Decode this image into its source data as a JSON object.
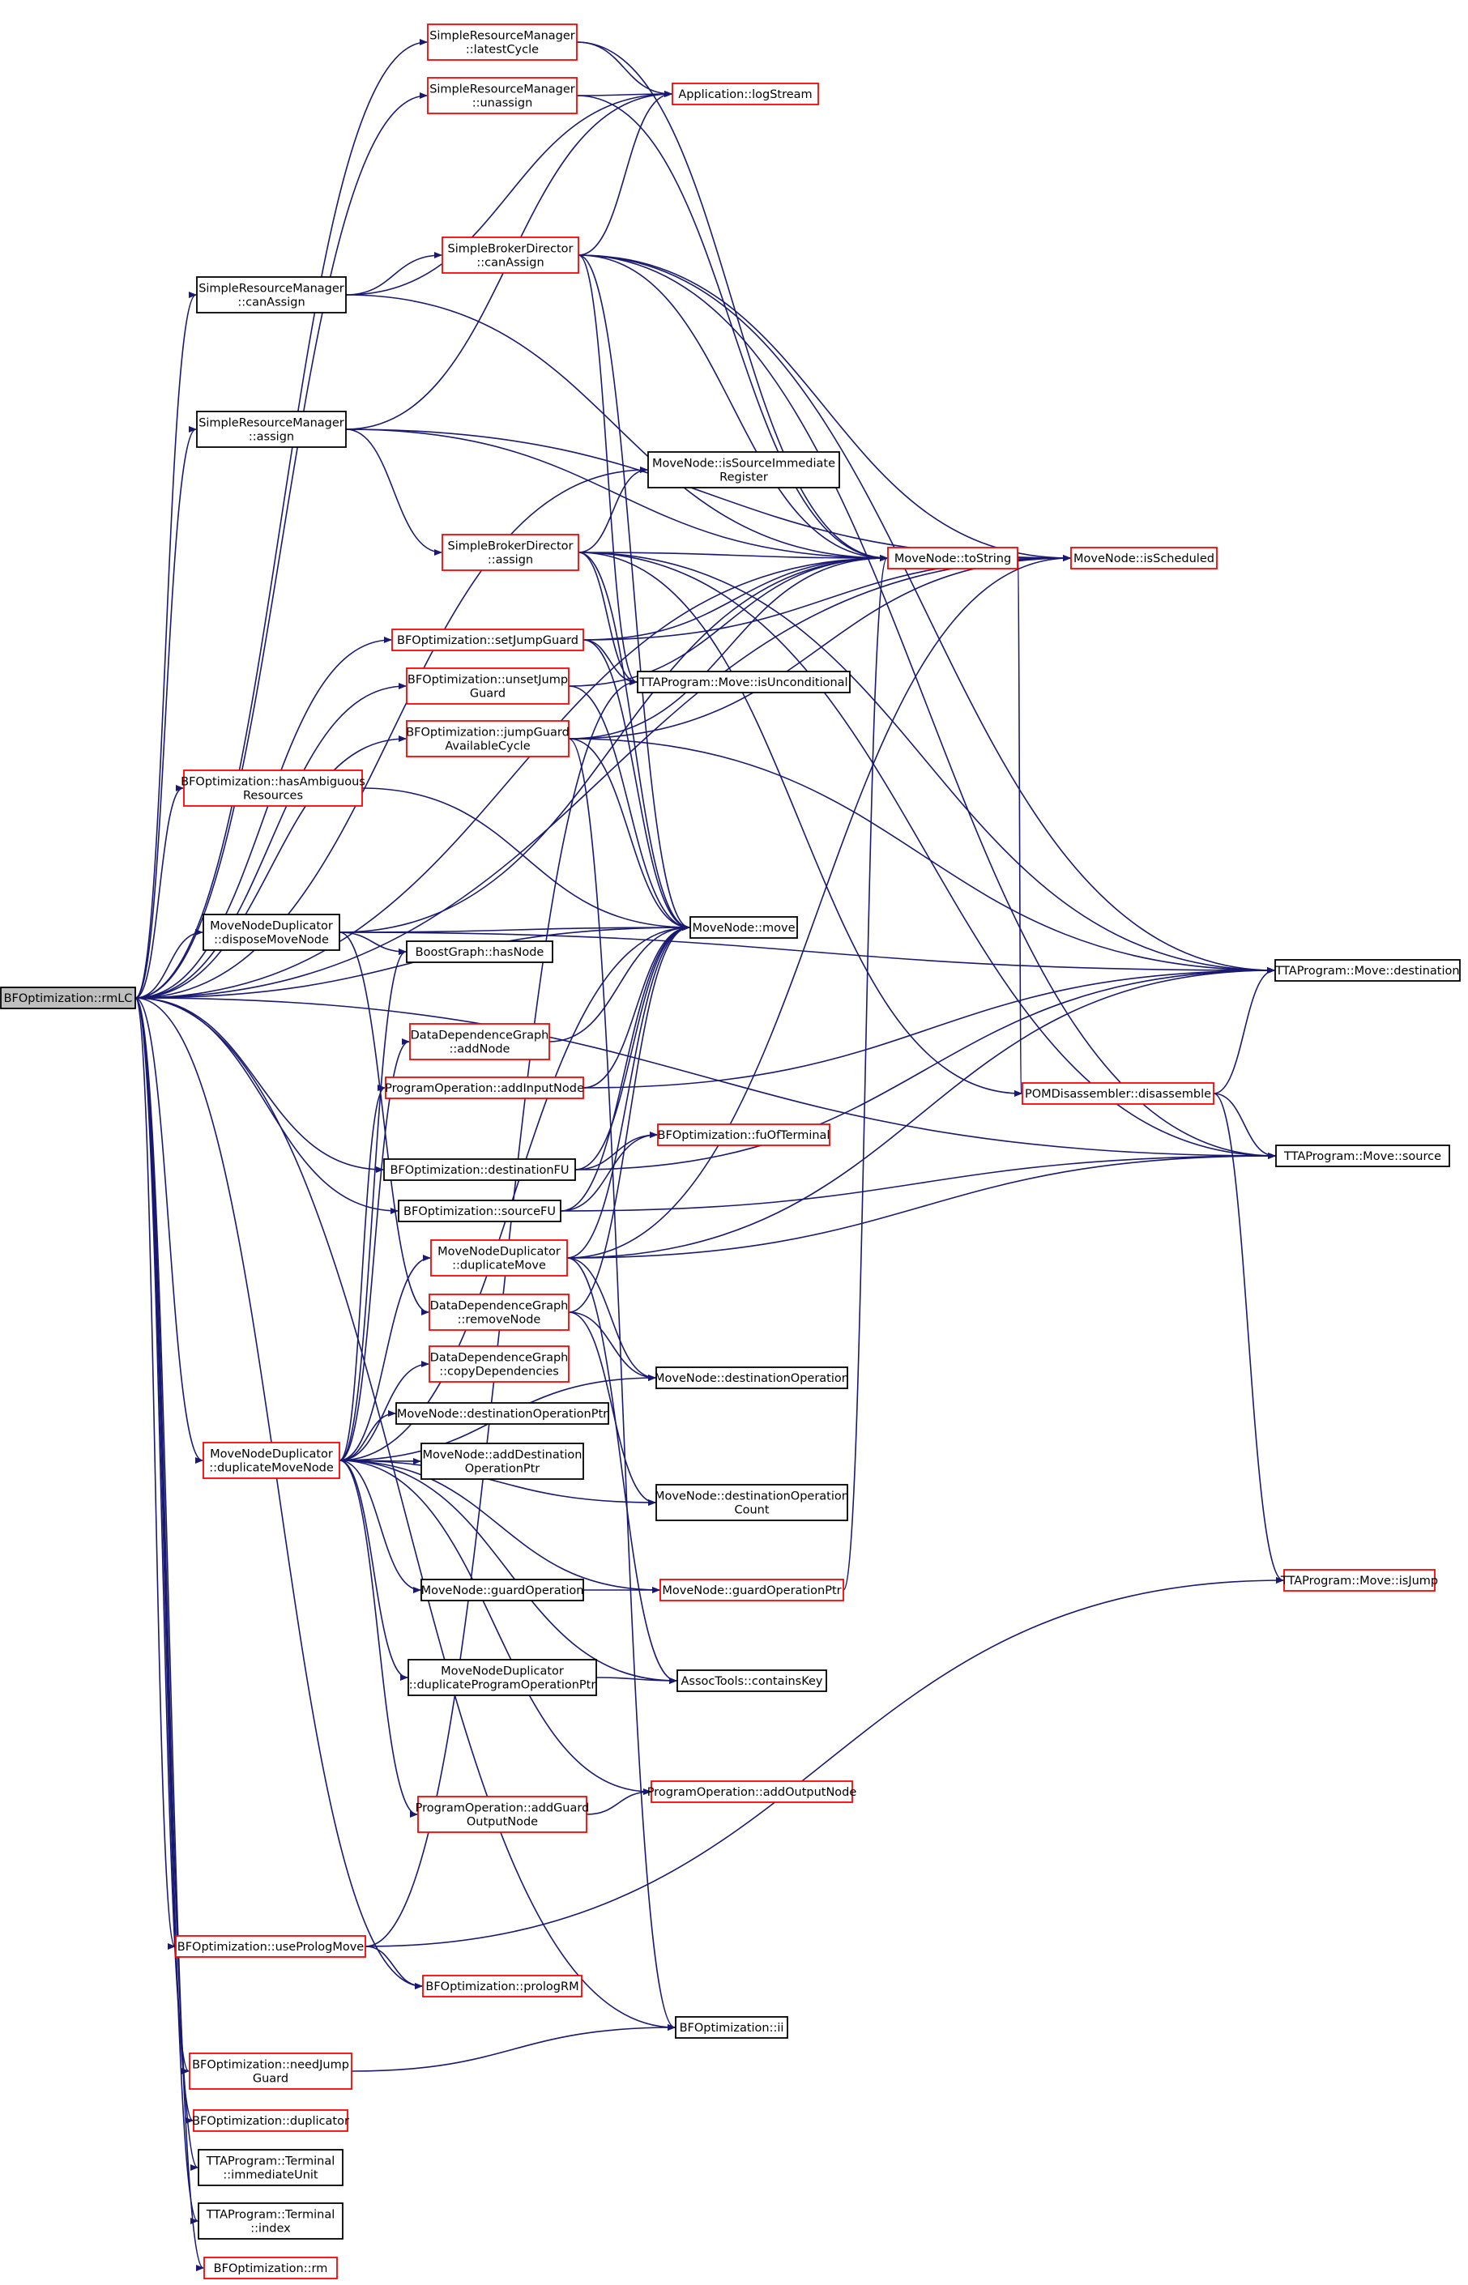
{
  "colors": {
    "edge": "#191970",
    "node_border_default": "#000000",
    "node_border_truncated": "#ff0000",
    "root_fill": "#bfbfbf",
    "node_fill": "#ffffff"
  },
  "nodes": [
    {
      "id": "root",
      "lines": [
        "BFOptimization::rmLC"
      ],
      "style": "root"
    },
    {
      "id": "srm_latest",
      "lines": [
        "SimpleResourceManager",
        "::latestCycle"
      ],
      "style": "red"
    },
    {
      "id": "srm_unassign",
      "lines": [
        "SimpleResourceManager",
        "::unassign"
      ],
      "style": "red"
    },
    {
      "id": "app_log",
      "lines": [
        "Application::logStream"
      ],
      "style": "red"
    },
    {
      "id": "sbd_canassign",
      "lines": [
        "SimpleBrokerDirector",
        "::canAssign"
      ],
      "style": "red"
    },
    {
      "id": "srm_canassign",
      "lines": [
        "SimpleResourceManager",
        "::canAssign"
      ],
      "style": "black"
    },
    {
      "id": "srm_assign",
      "lines": [
        "SimpleResourceManager",
        "::assign"
      ],
      "style": "black"
    },
    {
      "id": "mn_issrcimm",
      "lines": [
        "MoveNode::isSourceImmediate",
        "Register"
      ],
      "style": "black"
    },
    {
      "id": "sbd_assign",
      "lines": [
        "SimpleBrokerDirector",
        "::assign"
      ],
      "style": "red"
    },
    {
      "id": "mn_tostring",
      "lines": [
        "MoveNode::toString"
      ],
      "style": "red"
    },
    {
      "id": "mn_issched",
      "lines": [
        "MoveNode::isScheduled"
      ],
      "style": "red"
    },
    {
      "id": "bf_setjg",
      "lines": [
        "BFOptimization::setJumpGuard"
      ],
      "style": "red"
    },
    {
      "id": "tta_isuncond",
      "lines": [
        "TTAProgram::Move::isUnconditional"
      ],
      "style": "black"
    },
    {
      "id": "bf_unsetjg",
      "lines": [
        "BFOptimization::unsetJump",
        "Guard"
      ],
      "style": "red"
    },
    {
      "id": "bf_jgavail",
      "lines": [
        "BFOptimization::jumpGuard",
        "AvailableCycle"
      ],
      "style": "red"
    },
    {
      "id": "bf_hasamb",
      "lines": [
        "BFOptimization::hasAmbiguous",
        "Resources"
      ],
      "style": "red"
    },
    {
      "id": "mnd_dispose",
      "lines": [
        "MoveNodeDuplicator",
        "::disposeMoveNode"
      ],
      "style": "black"
    },
    {
      "id": "mn_move",
      "lines": [
        "MoveNode::move"
      ],
      "style": "black"
    },
    {
      "id": "bg_hasnode",
      "lines": [
        "BoostGraph::hasNode"
      ],
      "style": "black"
    },
    {
      "id": "tta_dest",
      "lines": [
        "TTAProgram::Move::destination"
      ],
      "style": "black"
    },
    {
      "id": "ddg_addnode",
      "lines": [
        "DataDependenceGraph",
        "::addNode"
      ],
      "style": "red"
    },
    {
      "id": "po_addinput",
      "lines": [
        "ProgramOperation::addInputNode"
      ],
      "style": "red"
    },
    {
      "id": "pom_disasm",
      "lines": [
        "POMDisassembler::disassemble"
      ],
      "style": "red"
    },
    {
      "id": "bf_fuofterm",
      "lines": [
        "BFOptimization::fuOfTerminal"
      ],
      "style": "red"
    },
    {
      "id": "bf_destfu",
      "lines": [
        "BFOptimization::destinationFU"
      ],
      "style": "black"
    },
    {
      "id": "tta_source",
      "lines": [
        "TTAProgram::Move::source"
      ],
      "style": "black"
    },
    {
      "id": "bf_srcfu",
      "lines": [
        "BFOptimization::sourceFU"
      ],
      "style": "black"
    },
    {
      "id": "mnd_dupmove",
      "lines": [
        "MoveNodeDuplicator",
        "::duplicateMove"
      ],
      "style": "red"
    },
    {
      "id": "ddg_remove",
      "lines": [
        "DataDependenceGraph",
        "::removeNode"
      ],
      "style": "red"
    },
    {
      "id": "ddg_copydeps",
      "lines": [
        "DataDependenceGraph",
        "::copyDependencies"
      ],
      "style": "red"
    },
    {
      "id": "mn_destop",
      "lines": [
        "MoveNode::destinationOperation"
      ],
      "style": "black"
    },
    {
      "id": "mn_destopptr",
      "lines": [
        "MoveNode::destinationOperationPtr"
      ],
      "style": "black"
    },
    {
      "id": "mnd_dupnode",
      "lines": [
        "MoveNodeDuplicator",
        "::duplicateMoveNode"
      ],
      "style": "red"
    },
    {
      "id": "mn_adddestop",
      "lines": [
        "MoveNode::addDestination",
        "OperationPtr"
      ],
      "style": "black"
    },
    {
      "id": "mn_destopcount",
      "lines": [
        "MoveNode::destinationOperation",
        "Count"
      ],
      "style": "black"
    },
    {
      "id": "tta_isjump",
      "lines": [
        "TTAProgram::Move::isJump"
      ],
      "style": "red"
    },
    {
      "id": "mn_guardop",
      "lines": [
        "MoveNode::guardOperation"
      ],
      "style": "black"
    },
    {
      "id": "mn_guardopptr",
      "lines": [
        "MoveNode::guardOperationPtr"
      ],
      "style": "red"
    },
    {
      "id": "mnd_dupprogop",
      "lines": [
        "MoveNodeDuplicator",
        "::duplicateProgramOperationPtr"
      ],
      "style": "black"
    },
    {
      "id": "assoc_contains",
      "lines": [
        "AssocTools::containsKey"
      ],
      "style": "black"
    },
    {
      "id": "po_addoutput",
      "lines": [
        "ProgramOperation::addOutputNode"
      ],
      "style": "red"
    },
    {
      "id": "po_addguard",
      "lines": [
        "ProgramOperation::addGuard",
        "OutputNode"
      ],
      "style": "red"
    },
    {
      "id": "bf_useprolog",
      "lines": [
        "BFOptimization::usePrologMove"
      ],
      "style": "red"
    },
    {
      "id": "bf_prologrm",
      "lines": [
        "BFOptimization::prologRM"
      ],
      "style": "red"
    },
    {
      "id": "bf_ii",
      "lines": [
        "BFOptimization::ii"
      ],
      "style": "black"
    },
    {
      "id": "bf_needjg",
      "lines": [
        "BFOptimization::needJump",
        "Guard"
      ],
      "style": "red"
    },
    {
      "id": "bf_duplicator",
      "lines": [
        "BFOptimization::duplicator"
      ],
      "style": "red"
    },
    {
      "id": "term_immunit",
      "lines": [
        "TTAProgram::Terminal",
        "::immediateUnit"
      ],
      "style": "black"
    },
    {
      "id": "term_index",
      "lines": [
        "TTAProgram::Terminal",
        "::index"
      ],
      "style": "black"
    },
    {
      "id": "bf_rm",
      "lines": [
        "BFOptimization::rm"
      ],
      "style": "red"
    }
  ],
  "edges": [
    [
      "root",
      "srm_latest"
    ],
    [
      "root",
      "srm_unassign"
    ],
    [
      "root",
      "srm_canassign"
    ],
    [
      "root",
      "srm_assign"
    ],
    [
      "root",
      "mn_tostring"
    ],
    [
      "root",
      "mn_issrcimm"
    ],
    [
      "root",
      "mn_move"
    ],
    [
      "root",
      "bf_setjg"
    ],
    [
      "root",
      "bf_unsetjg"
    ],
    [
      "root",
      "bf_jgavail"
    ],
    [
      "root",
      "bf_hasamb"
    ],
    [
      "root",
      "mnd_dispose"
    ],
    [
      "root",
      "bf_destfu"
    ],
    [
      "root",
      "bf_srcfu"
    ],
    [
      "root",
      "mnd_dupnode"
    ],
    [
      "root",
      "mn_issched"
    ],
    [
      "root",
      "tta_source"
    ],
    [
      "root",
      "bf_useprolog"
    ],
    [
      "root",
      "bf_prologrm"
    ],
    [
      "root",
      "bf_ii"
    ],
    [
      "root",
      "bf_needjg"
    ],
    [
      "root",
      "bf_duplicator"
    ],
    [
      "root",
      "term_immunit"
    ],
    [
      "root",
      "term_index"
    ],
    [
      "root",
      "bf_rm"
    ],
    [
      "srm_latest",
      "app_log"
    ],
    [
      "srm_latest",
      "mn_tostring"
    ],
    [
      "srm_unassign",
      "app_log"
    ],
    [
      "srm_unassign",
      "mn_tostring"
    ],
    [
      "srm_canassign",
      "sbd_canassign"
    ],
    [
      "srm_canassign",
      "app_log"
    ],
    [
      "srm_canassign",
      "mn_tostring"
    ],
    [
      "srm_assign",
      "app_log"
    ],
    [
      "srm_assign",
      "sbd_assign"
    ],
    [
      "srm_assign",
      "mn_tostring"
    ],
    [
      "srm_assign",
      "mn_issched"
    ],
    [
      "sbd_canassign",
      "app_log"
    ],
    [
      "sbd_canassign",
      "mn_tostring"
    ],
    [
      "sbd_canassign",
      "mn_issched"
    ],
    [
      "sbd_canassign",
      "tta_dest"
    ],
    [
      "sbd_canassign",
      "tta_source"
    ],
    [
      "sbd_canassign",
      "tta_isuncond"
    ],
    [
      "sbd_canassign",
      "mn_move"
    ],
    [
      "sbd_assign",
      "mn_issrcimm"
    ],
    [
      "sbd_assign",
      "mn_tostring"
    ],
    [
      "sbd_assign",
      "tta_dest"
    ],
    [
      "sbd_assign",
      "pom_disasm"
    ],
    [
      "sbd_assign",
      "tta_source"
    ],
    [
      "sbd_assign",
      "tta_isuncond"
    ],
    [
      "sbd_assign",
      "mn_move"
    ],
    [
      "mn_tostring",
      "mn_issched"
    ],
    [
      "mn_tostring",
      "pom_disasm"
    ],
    [
      "bf_setjg",
      "tta_isuncond"
    ],
    [
      "bf_setjg",
      "mn_tostring"
    ],
    [
      "bf_setjg",
      "mn_issched"
    ],
    [
      "bf_setjg",
      "mn_move"
    ],
    [
      "bf_unsetjg",
      "mn_tostring"
    ],
    [
      "bf_unsetjg",
      "mn_move"
    ],
    [
      "bf_jgavail",
      "mn_move"
    ],
    [
      "bf_jgavail",
      "mn_tostring"
    ],
    [
      "bf_jgavail",
      "mn_issched"
    ],
    [
      "bf_jgavail",
      "tta_dest"
    ],
    [
      "bf_jgavail",
      "bf_ii"
    ],
    [
      "bf_hasamb",
      "mn_move"
    ],
    [
      "mnd_dispose",
      "mn_move"
    ],
    [
      "mnd_dispose",
      "bg_hasnode"
    ],
    [
      "mnd_dispose",
      "ddg_remove"
    ],
    [
      "mnd_dispose",
      "mn_tostring"
    ],
    [
      "mnd_dispose",
      "tta_dest"
    ],
    [
      "ddg_addnode",
      "mn_move"
    ],
    [
      "po_addinput",
      "mn_move"
    ],
    [
      "po_addinput",
      "tta_dest"
    ],
    [
      "pom_disasm",
      "tta_dest"
    ],
    [
      "pom_disasm",
      "tta_source"
    ],
    [
      "pom_disasm",
      "tta_isjump"
    ],
    [
      "bf_destfu",
      "bf_fuofterm"
    ],
    [
      "bf_destfu",
      "mn_move"
    ],
    [
      "bf_destfu",
      "tta_dest"
    ],
    [
      "bf_srcfu",
      "bf_fuofterm"
    ],
    [
      "bf_srcfu",
      "mn_move"
    ],
    [
      "bf_srcfu",
      "tta_source"
    ],
    [
      "mnd_dupmove",
      "mn_move"
    ],
    [
      "mnd_dupmove",
      "mn_issched"
    ],
    [
      "mnd_dupmove",
      "tta_dest"
    ],
    [
      "mnd_dupmove",
      "tta_source"
    ],
    [
      "mnd_dupmove",
      "mn_destop"
    ],
    [
      "mnd_dupmove",
      "assoc_contains"
    ],
    [
      "ddg_remove",
      "mn_move"
    ],
    [
      "ddg_remove",
      "mn_destop"
    ],
    [
      "ddg_remove",
      "mn_destopcount"
    ],
    [
      "mnd_dupnode",
      "bg_hasnode"
    ],
    [
      "mnd_dupnode",
      "ddg_addnode"
    ],
    [
      "mnd_dupnode",
      "po_addinput"
    ],
    [
      "mnd_dupnode",
      "mnd_dupmove"
    ],
    [
      "mnd_dupnode",
      "ddg_copydeps"
    ],
    [
      "mnd_dupnode",
      "mn_destopptr"
    ],
    [
      "mnd_dupnode",
      "mn_adddestop"
    ],
    [
      "mnd_dupnode",
      "mn_destop"
    ],
    [
      "mnd_dupnode",
      "mn_destopcount"
    ],
    [
      "mnd_dupnode",
      "mn_guardop"
    ],
    [
      "mnd_dupnode",
      "mn_guardopptr"
    ],
    [
      "mnd_dupnode",
      "mnd_dupprogop"
    ],
    [
      "mnd_dupnode",
      "assoc_contains"
    ],
    [
      "mnd_dupnode",
      "po_addoutput"
    ],
    [
      "mnd_dupnode",
      "po_addguard"
    ],
    [
      "mnd_dupnode",
      "mn_move"
    ],
    [
      "mn_guardop",
      "mn_guardopptr"
    ],
    [
      "mn_guardopptr",
      "mn_tostring"
    ],
    [
      "mnd_dupprogop",
      "assoc_contains"
    ],
    [
      "po_addguard",
      "po_addoutput"
    ],
    [
      "bf_useprolog",
      "bf_prologrm"
    ],
    [
      "bf_useprolog",
      "tta_isjump"
    ],
    [
      "bf_useprolog",
      "tta_isuncond"
    ],
    [
      "bf_needjg",
      "bf_ii"
    ]
  ]
}
